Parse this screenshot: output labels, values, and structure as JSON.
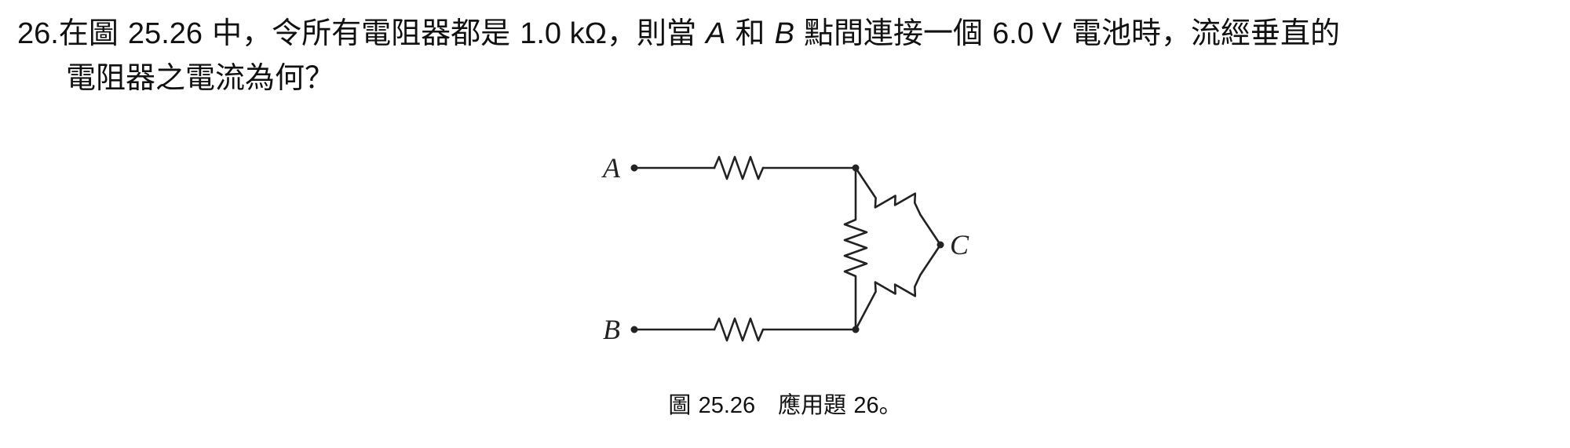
{
  "problem": {
    "number": "26.",
    "line1": {
      "t1": "在圖 ",
      "fig_ref": "25.26",
      "t2": " 中，令所有電阻器都是 ",
      "resistance": "1.0 kΩ",
      "t3": "，則當 ",
      "point_a": "A",
      "t4": " 和 ",
      "point_b": "B",
      "t5": " 點間連接一個 ",
      "voltage": "6.0 V",
      "t6": " 電池時，流經垂直的"
    },
    "line2": "電阻器之電流為何？"
  },
  "figure": {
    "labels": {
      "a": "A",
      "b": "B",
      "c": "C"
    },
    "caption": {
      "prefix": "圖 ",
      "number": "25.26",
      "text": "　應用題 ",
      "problem_ref": "26",
      "suffix": "。"
    }
  },
  "colors": {
    "text": "#111111",
    "wire": "#222222"
  }
}
